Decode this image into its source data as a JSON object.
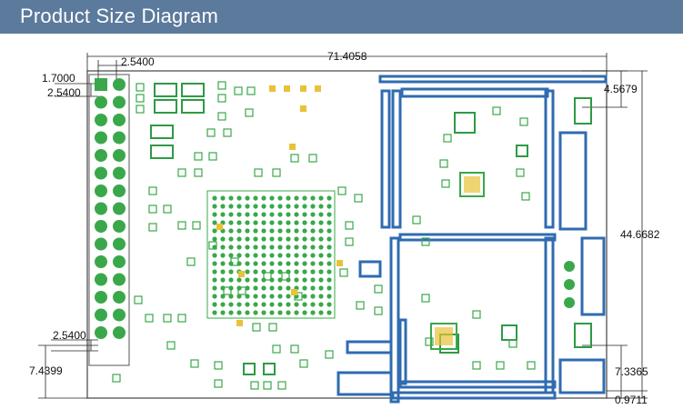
{
  "header": {
    "title": "Product Size Diagram"
  },
  "dimensions": {
    "width_mm": "71.4058",
    "height_mm": "44.6682",
    "pin_pitch_top": "2.5400",
    "pin_edge_offset_x": "1.7000",
    "pin_pitch_left": "2.5400",
    "pin_pitch_bottom": "2.5400",
    "header_bottom_offset": "7.4399",
    "connector_top_offset": "4.5679",
    "connector_bottom_offset": "7.3365",
    "bottom_right_offset": "0.9711"
  },
  "colors": {
    "header_bg": "#5b7a9c",
    "pad_green": "#3aa84a",
    "pad_outline": "#2e9a45",
    "blue_trace": "#2f6bb0",
    "yellow": "#e8c238",
    "outline": "#333333"
  }
}
